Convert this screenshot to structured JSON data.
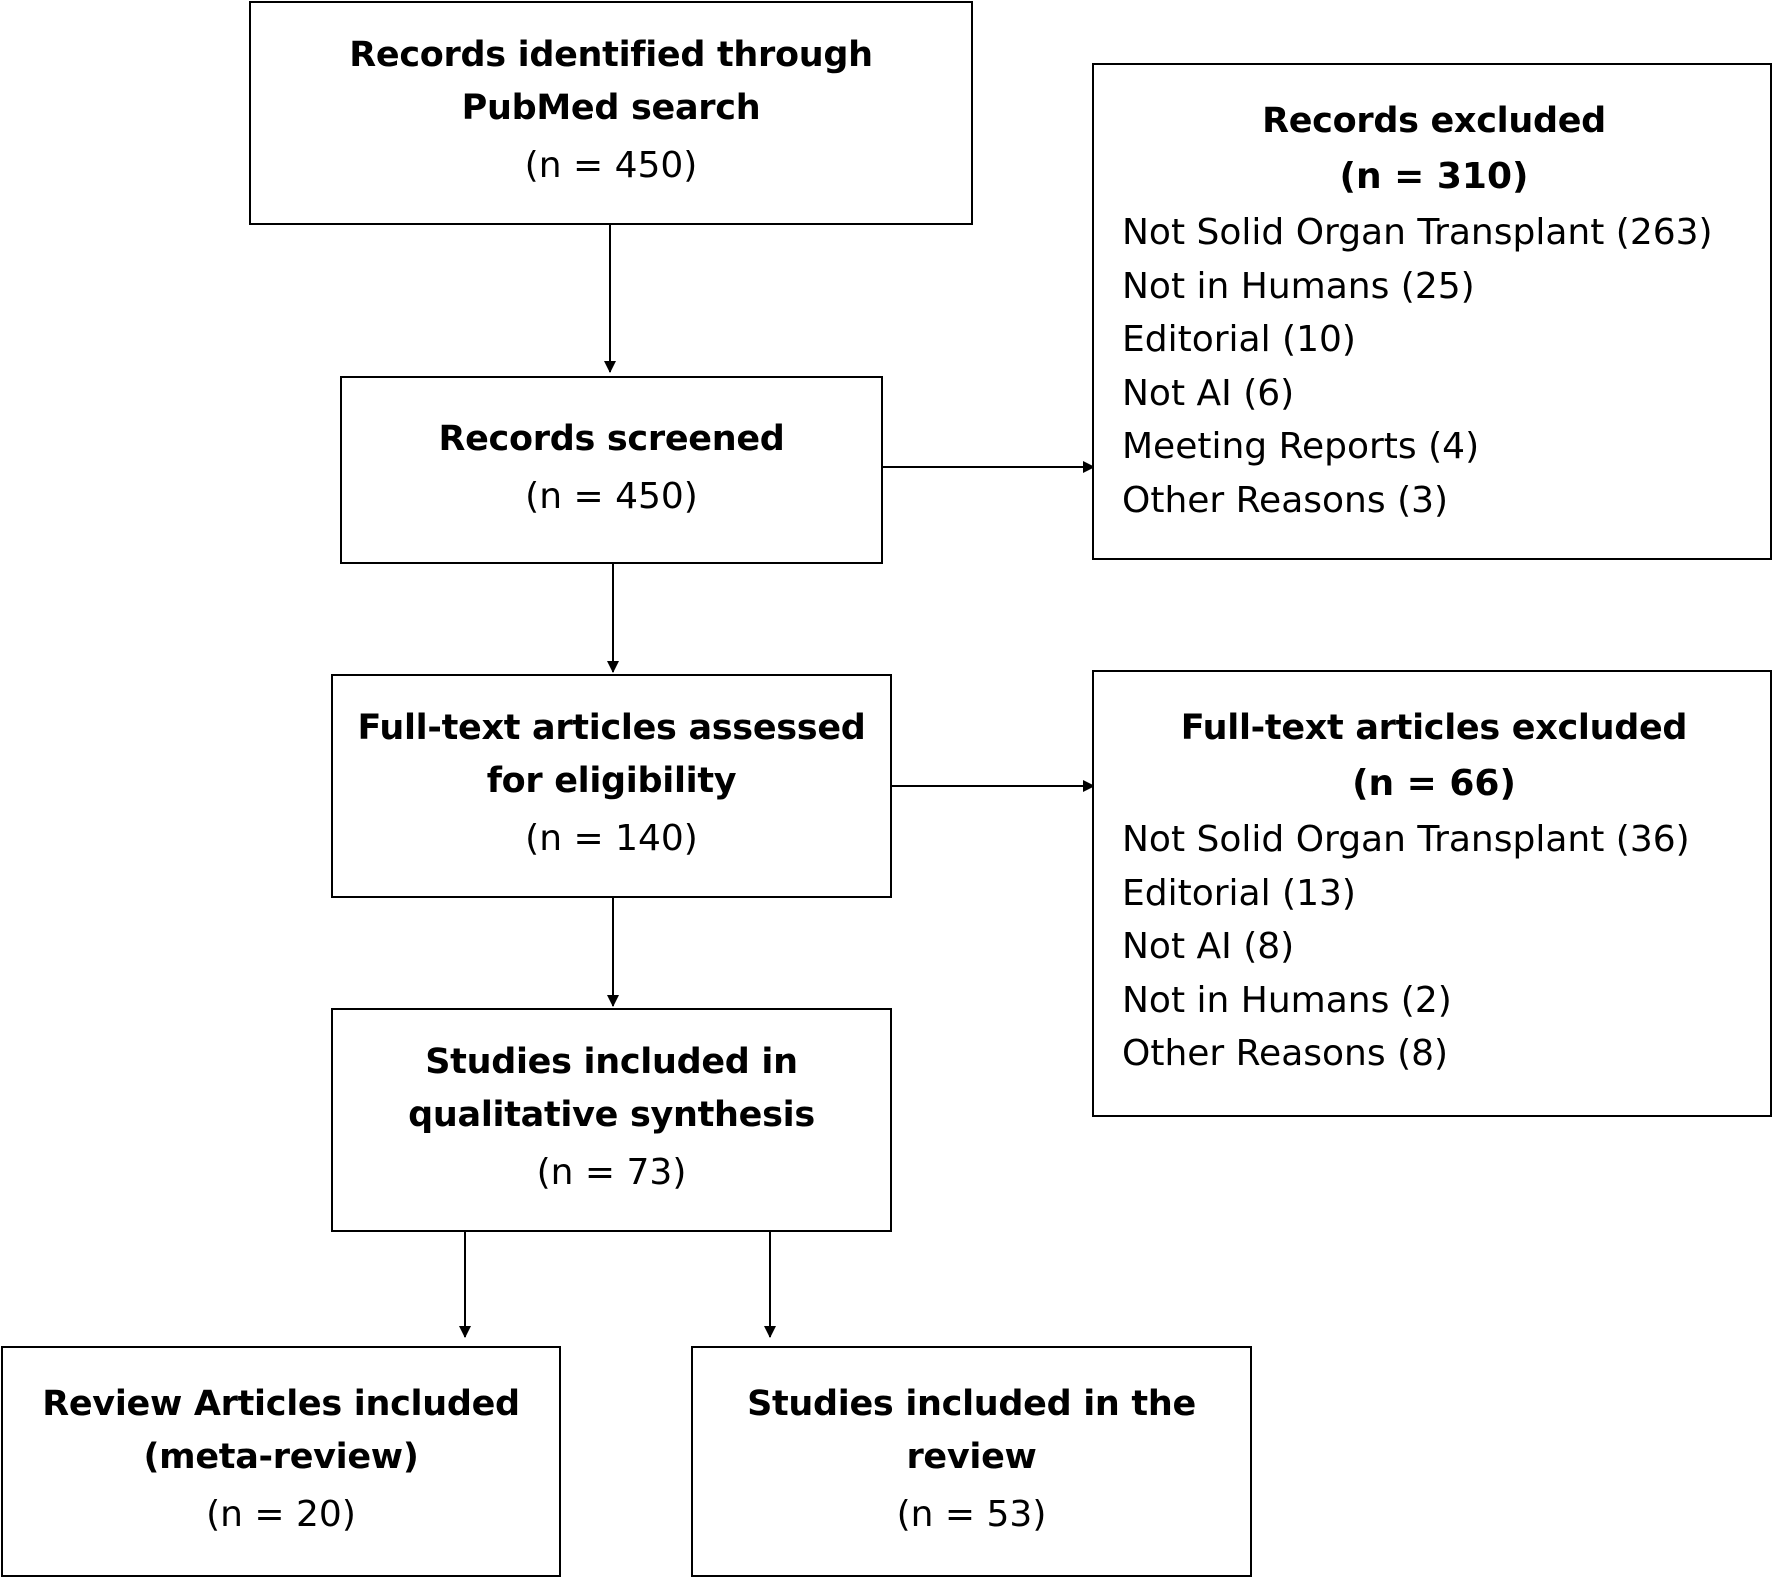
{
  "identified": {
    "title_lines": [
      "Records identified through",
      "PubMed search"
    ],
    "count": "(n  =  450)"
  },
  "screened": {
    "title_lines": [
      "Records screened"
    ],
    "count": "(n  =  450)"
  },
  "records_excluded": {
    "title": "Records excluded",
    "count": "(n  =  310)",
    "reasons": [
      "Not Solid Organ Transplant (263)",
      "Not in Humans (25)",
      "Editorial (10)",
      "Not AI  (6)",
      "Meeting Reports (4)",
      "Other Reasons (3)"
    ]
  },
  "fulltext": {
    "title_lines": [
      "Full-text articles assessed",
      "for eligibility"
    ],
    "count": "(n  =  140)"
  },
  "fulltext_excluded": {
    "title": "Full-text articles excluded",
    "count": "(n = 66)",
    "reasons": [
      "Not Solid Organ Transplant (36)",
      "Editorial (13)",
      "Not AI  (8)",
      "Not in Humans (2)",
      "Other Reasons (8)"
    ]
  },
  "qualitative": {
    "title_lines": [
      "Studies included in",
      "qualitative synthesis"
    ],
    "count": "(n  =  73)"
  },
  "review_articles": {
    "title_lines": [
      "Review Articles included",
      "(meta-review)"
    ],
    "count": "(n = 20)"
  },
  "studies_review": {
    "title_lines": [
      "Studies included in the",
      "review"
    ],
    "count": "(n = 53)"
  }
}
